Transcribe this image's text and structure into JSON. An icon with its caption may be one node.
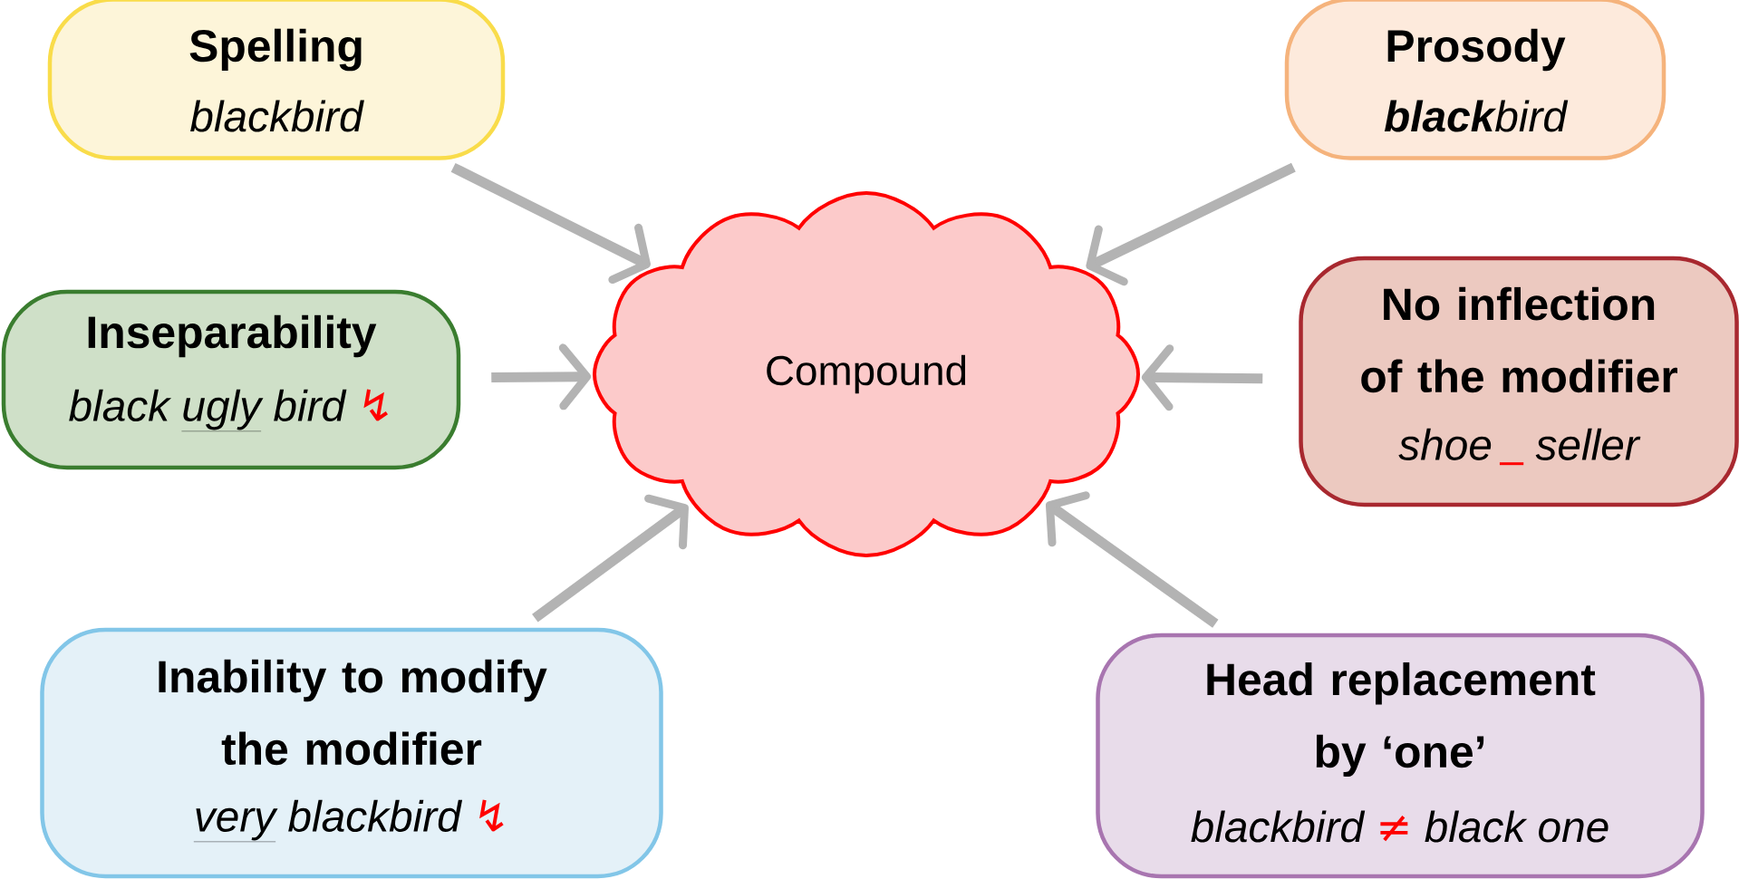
{
  "diagram": {
    "nodes": [
      {
        "text": [
          "Spelling",
          "blackbird"
        ]
      },
      {
        "text": [
          "Prosody",
          "**black**bird"
        ]
      },
      {
        "text": [
          "Inseparability",
          "black",
          "ugly",
          "bird",
          "↯"
        ]
      },
      {
        "text": [
          "Compound"
        ]
      },
      {
        "text": [
          "No inflection of the modifier",
          "shoe",
          "seller"
        ]
      },
      {
        "text": [
          "Inability to modify the modifier",
          "very",
          "blackbird",
          "↯"
        ]
      },
      {
        "text": [
          "Head replacement by ‘one’",
          "blackbird",
          "≠",
          "black one"
        ]
      }
    ],
    "edges": [
      {
        "from": 0,
        "to": 3,
        "arrow": "to"
      },
      {
        "from": 1,
        "to": 3,
        "arrow": "to"
      },
      {
        "from": 2,
        "to": 3,
        "arrow": "to"
      },
      {
        "from": 4,
        "to": 3,
        "arrow": "to"
      },
      {
        "from": 5,
        "to": 3,
        "arrow": "to"
      },
      {
        "from": 6,
        "to": 3,
        "arrow": "to"
      }
    ]
  }
}
